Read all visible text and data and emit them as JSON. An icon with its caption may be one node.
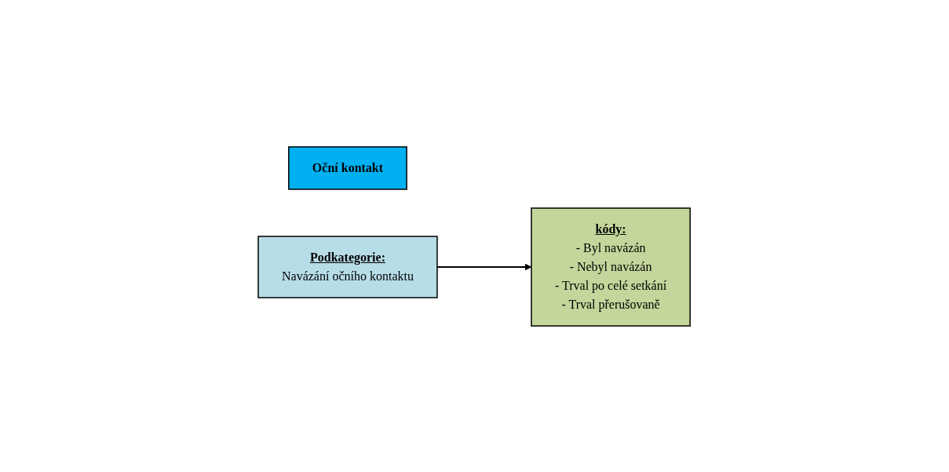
{
  "diagram": {
    "nodes": [
      {
        "text": [
          "Oční kontakt"
        ]
      },
      {
        "text": [
          "Podkategorie:",
          "Navázání očního kontaktu"
        ]
      },
      {
        "text": [
          "kódy:",
          "- Byl navázán",
          "- Nebyl navázán",
          "- Trval po celé setkání",
          "- Trval přerušovaně"
        ]
      }
    ],
    "edges": [
      {
        "from": 1,
        "to": 2,
        "arrow": "to"
      }
    ]
  }
}
